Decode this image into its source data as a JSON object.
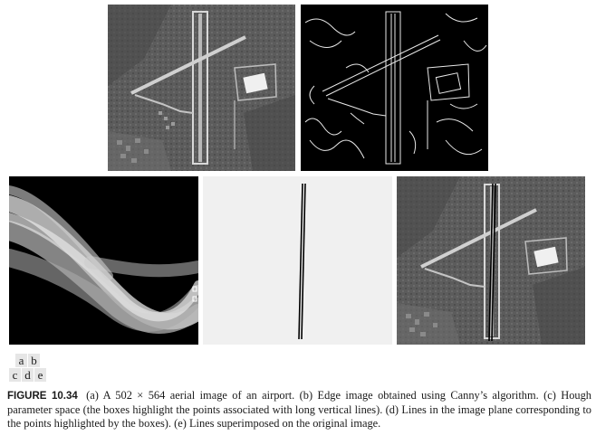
{
  "figure": {
    "label": "FIGURE 10.34",
    "caption": "(a) A 502 × 564 aerial image of an airport. (b) Edge image obtained using Canny’s algorithm. (c) Hough parameter space (the boxes highlight the points associated with long vertical lines). (d) Lines in the image plane corresponding to the points highlighted by the boxes). (e) Lines superimposed on the original image."
  },
  "layout_key": {
    "row1": [
      "a",
      "b"
    ],
    "row2": [
      "c",
      "d",
      "e"
    ]
  },
  "colors": {
    "aerial_ground": "#5a5a5a",
    "runway": "#d8d8d8",
    "edge_line": "#e8e8e8",
    "hough_band": "#cfcfcf",
    "detected_line": "#000000"
  }
}
